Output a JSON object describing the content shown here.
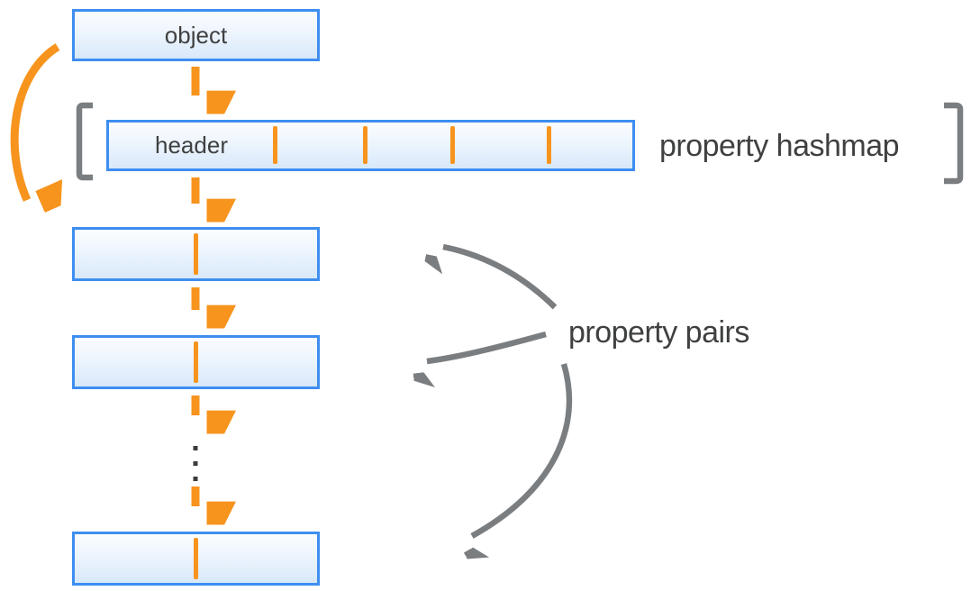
{
  "diagram": {
    "object_box": {
      "label": "object"
    },
    "hashmap_box": {
      "header_label": "header",
      "cell_count": 5,
      "divider_count": 4
    },
    "hashmap_annotation": "property hashmap",
    "pairs_annotation": "property pairs",
    "property_pair_box_count": 3,
    "ellipsis_dot_count": 3
  },
  "colors": {
    "box_border_blue": "#3E8EF0",
    "box_fill_top": "#FBFDFF",
    "box_fill_bottom": "#D8E8FA",
    "accent_orange": "#F7941E",
    "annotation_gray": "#7B7E81",
    "text": "#3F4040"
  }
}
